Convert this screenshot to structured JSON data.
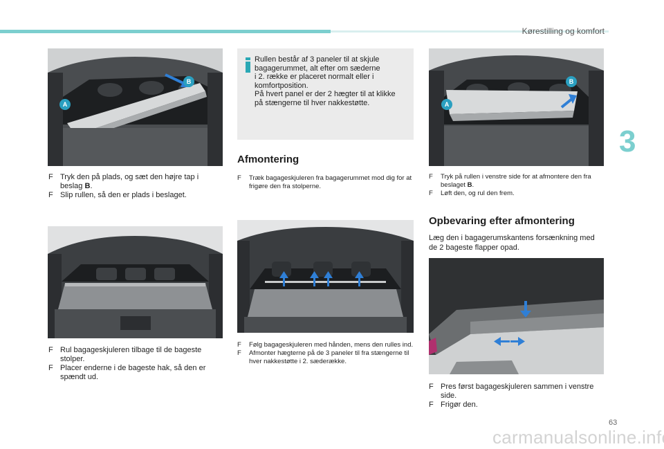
{
  "header": {
    "title": "Kørestilling og komfort",
    "chapter_number": "3"
  },
  "info_box": {
    "icon": "info-icon",
    "text": "Rullen består af 3 paneler til at skjule\nbagagerummet, alt efter om sæderne\ni 2. række er placeret normalt eller i\nkomfortposition.\nPå hvert panel er der 2 hægter til at klikke\npå stængerne til hver nakkestøtte."
  },
  "col1": {
    "photo1": {
      "label_a": "A",
      "label_b": "B"
    },
    "bullets1": [
      {
        "mark": "F",
        "text_before": "Tryk den på plads, og sæt den højre tap i beslag ",
        "bold": "B",
        "text_after": "."
      },
      {
        "mark": "F",
        "text": "Slip rullen, så den er plads i beslaget."
      }
    ],
    "bullets2": [
      {
        "mark": "F",
        "text": "Rul bagageskjuleren tilbage til de bageste stolper."
      },
      {
        "mark": "F",
        "text": "Placer enderne i de bageste hak, så den er spændt ud."
      }
    ]
  },
  "col2": {
    "heading": "Afmontering",
    "bullets1": [
      {
        "mark": "F",
        "text": "Træk bagageskjuleren fra bagagerummet mod dig for at frigøre den fra stolperne."
      }
    ],
    "bullets2": [
      {
        "mark": "F",
        "text": "Følg bagageskjuleren med hånden, mens den rulles ind."
      },
      {
        "mark": "F",
        "text": "Afmonter hægterne på de 3 paneler til fra stængerne til hver nakkestøtte i 2. sæderække."
      }
    ]
  },
  "col3": {
    "photo1": {
      "label_a": "A",
      "label_b": "B"
    },
    "bullets1": [
      {
        "mark": "F",
        "text_before": "Tryk på rullen i venstre side for at afmontere den fra beslaget ",
        "bold": "B",
        "text_after": "."
      },
      {
        "mark": "F",
        "text": "Løft den, og rul den frem."
      }
    ],
    "heading": "Opbevaring efter afmontering",
    "paragraph": "Læg den i bagagerumskantens forsænkning med de 2 bageste flapper opad.",
    "bullets2": [
      {
        "mark": "F",
        "text": "Pres først bagageskjuleren sammen i venstre side."
      },
      {
        "mark": "F",
        "text": "Frigør den."
      }
    ]
  },
  "footer": {
    "page_number": "63",
    "watermark": "carmanualsonline.info"
  },
  "colors": {
    "accent": "#7ccfcf",
    "label_blue": "#2a9fc0",
    "arrow_blue": "#2f7fd6",
    "info_teal": "#2aa8b5"
  }
}
